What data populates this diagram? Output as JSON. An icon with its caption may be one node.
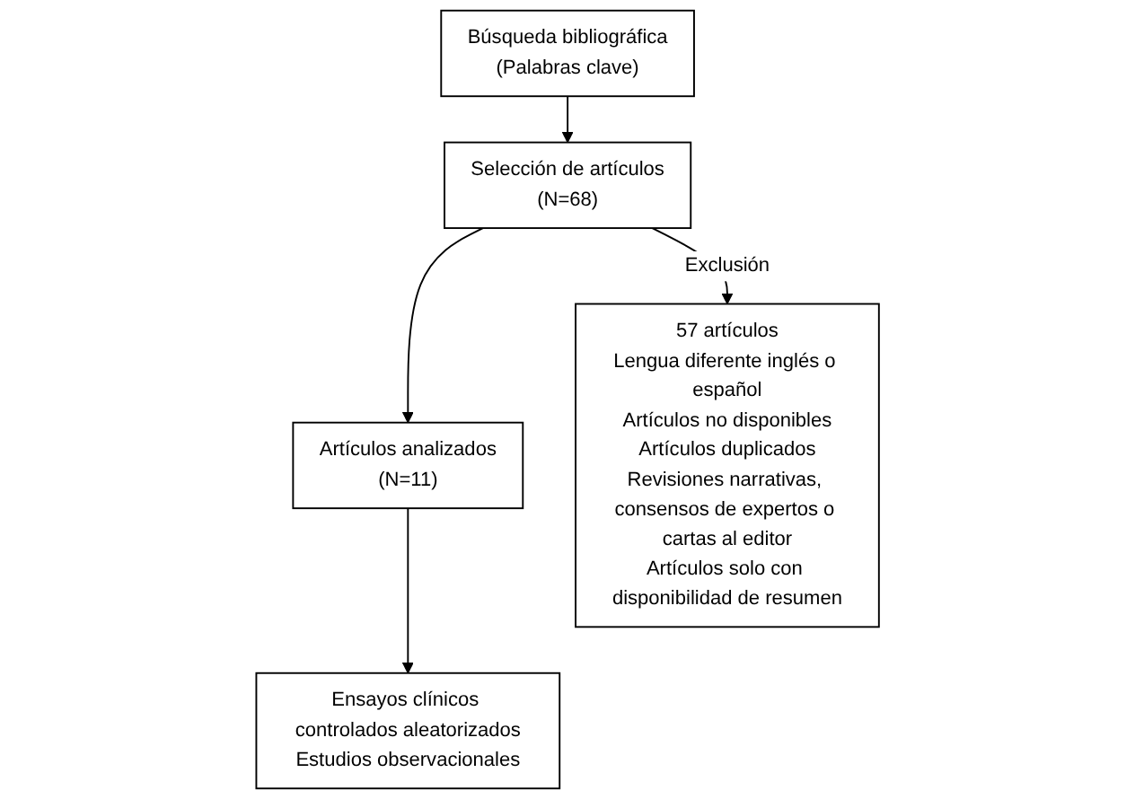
{
  "diagram": {
    "nodes": [
      {
        "text": [
          "Búsqueda bibliográfica",
          "(Palabras clave)"
        ]
      },
      {
        "text": [
          "Selección de artículos",
          "(N=68)"
        ]
      },
      {
        "text": [
          "Artículos analizados",
          "(N=11)"
        ]
      },
      {
        "text": [
          "Ensayos clínicos controlados aleatorizados",
          "Estudios observacionales"
        ]
      },
      {
        "text": [
          "57 artículos",
          "Lengua diferente inglés o español",
          "Artículos no disponibles",
          "Artículos duplicados",
          "Revisiones narrativas, consensos de expertos o cartas al editor",
          "Artículos solo con disponibilidad de resumen"
        ]
      }
    ],
    "edges": [
      {
        "from": 0,
        "to": 1,
        "arrow": "to"
      },
      {
        "from": 1,
        "to": 2,
        "arrow": "to"
      },
      {
        "from": 2,
        "to": 3,
        "arrow": "to"
      },
      {
        "from": 1,
        "to": 4,
        "label": "Exclusión",
        "arrow": "to"
      }
    ]
  }
}
